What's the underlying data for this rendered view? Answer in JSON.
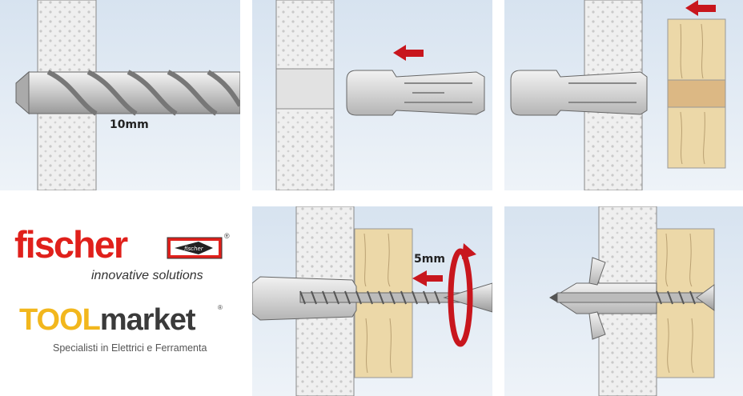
{
  "steps": [
    {
      "label": "10mm"
    },
    {
      "label": ""
    },
    {
      "label": ""
    },
    {
      "label": "5mm"
    },
    {
      "label": ""
    }
  ],
  "brand_fischer": {
    "name": "fischer",
    "badge": "fischer",
    "registered": "®",
    "tagline": "innovative solutions"
  },
  "brand_toolmarket": {
    "part1": "TOOL",
    "part2": "market",
    "registered": "®",
    "tagline": "Specialisti in Elettrici e Ferramenta"
  },
  "colors": {
    "sky": "#dde7f2",
    "wall": "#efefef",
    "wood": "#ecd8a8",
    "arrow": "#c8161d",
    "fischer_red": "#e0201b",
    "toolmarket_yellow": "#f2b71d"
  }
}
